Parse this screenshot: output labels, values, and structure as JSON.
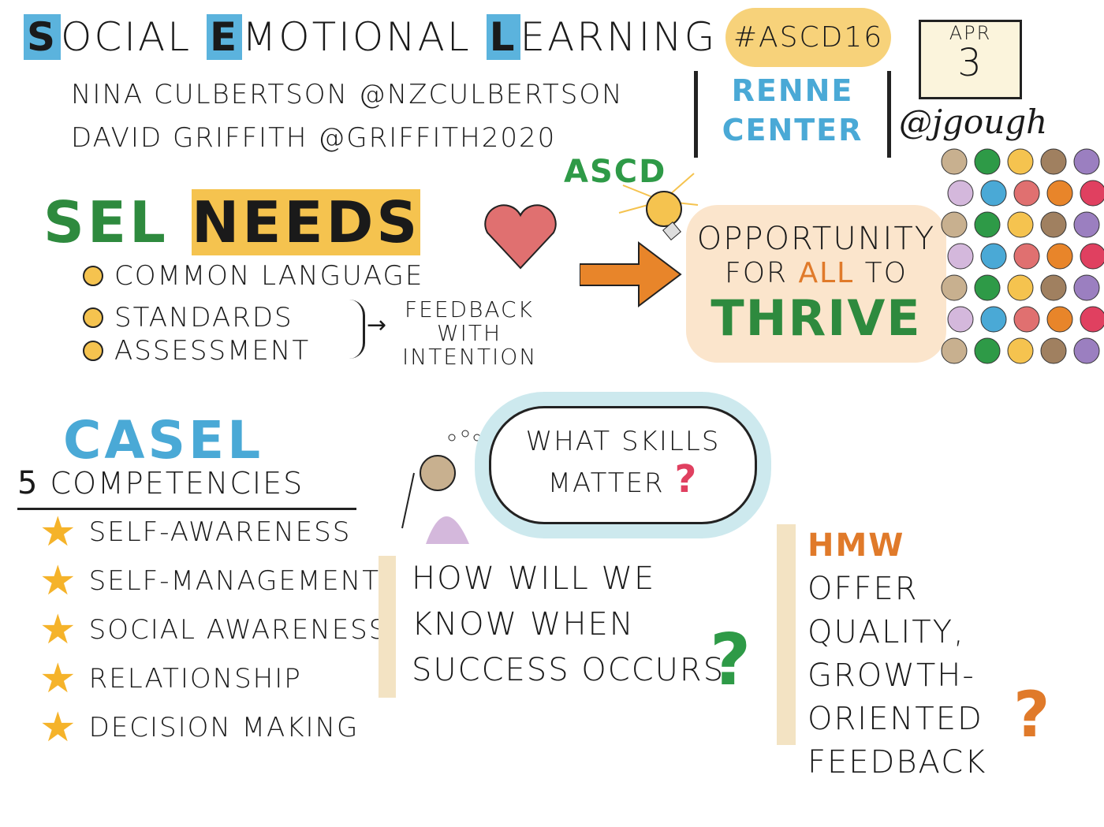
{
  "header": {
    "title_parts": [
      "S",
      "ocial ",
      "E",
      "motional ",
      "L",
      "earning"
    ],
    "presenters": [
      "Nina Culbertson @NZCulbertson",
      "David Griffith @Griffith2020"
    ],
    "hashtag": "#ASCD16",
    "venue": [
      "Renne",
      "Center"
    ],
    "date": {
      "month": "Apr",
      "day": "3"
    },
    "artist": "@jgough"
  },
  "ascd_label": "ASCD",
  "sel_needs": {
    "title_a": "SEL ",
    "title_b": "Needs",
    "items": [
      "Common Language",
      "Standards",
      "Assessment"
    ],
    "feedback": "Feedback with intention"
  },
  "opportunity": {
    "line1": "Opportunity",
    "line2a": "for ",
    "line2b": "All",
    "line2c": " to",
    "line3": "Thrive"
  },
  "casel": {
    "title": "CASEL",
    "count": "5",
    "subtitle": "Competencies",
    "items": [
      "Self-Awareness",
      "Self-Management",
      "Social Awareness",
      "Relationship",
      "Decision Making"
    ]
  },
  "thought": {
    "line1": "What skills",
    "line2": "matter",
    "mark": "?"
  },
  "success_question": {
    "lines": [
      "How will we",
      "Know when",
      "Success occurs"
    ],
    "mark": "?"
  },
  "hmw": {
    "lines": [
      "HMW",
      "offer",
      "quality,",
      "growth-oriented",
      "Feedback"
    ],
    "mark": "?"
  },
  "colors": {
    "blue": "#4aa9d6",
    "green": "#2e8a3e",
    "yellow": "#f5c34f",
    "orange": "#e07a2a",
    "pink": "#e04060"
  }
}
